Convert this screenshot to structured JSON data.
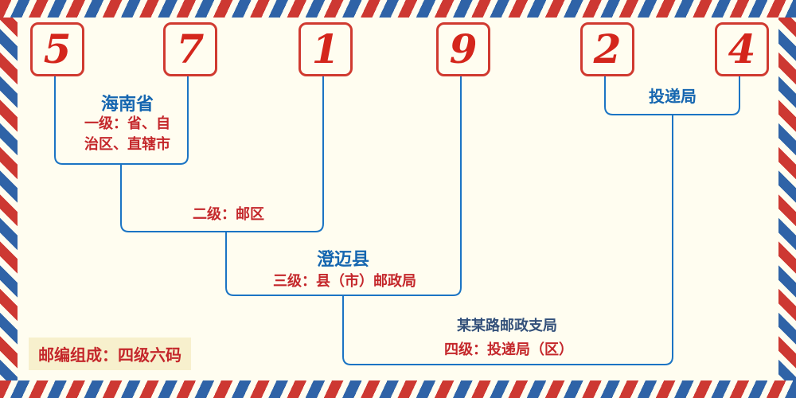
{
  "colors": {
    "background": "#fffdf0",
    "digit_red": "#d4261c",
    "box_border_red": "#d03a30",
    "line_blue": "#1b74c4",
    "label_red": "#c4272b",
    "region_blue": "#1566b0",
    "branch_navy": "#33507a",
    "badge_background": "#f7f0cd"
  },
  "postal_code": {
    "digits": [
      "5",
      "7",
      "1",
      "9",
      "2",
      "4"
    ]
  },
  "levels": {
    "level1": {
      "region": "海南省",
      "label_line1": "一级：省、自",
      "label_line2": "治区、直辖市"
    },
    "level2": {
      "label": "二级：邮区"
    },
    "level3": {
      "region": "澄迈县",
      "label": "三级：县（市）邮政局"
    },
    "level4": {
      "branch": "某某路邮政支局",
      "label": "四级：投递局（区）"
    },
    "delivery": {
      "label": "投递局"
    }
  },
  "footer": {
    "composition": "邮编组成：四级六码"
  }
}
